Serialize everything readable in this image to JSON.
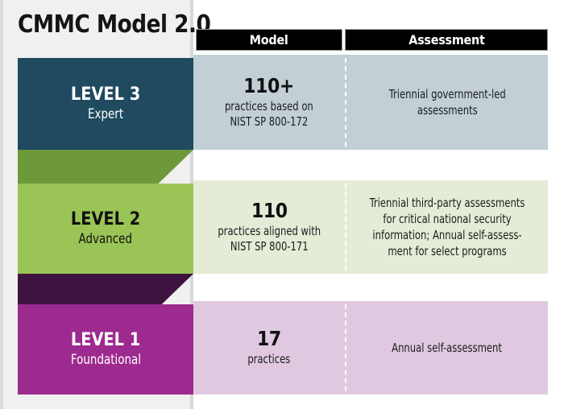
{
  "title": "CMMC Model 2.0",
  "columns": {
    "model_header": "Model",
    "assessment_header": "Assessment"
  },
  "colors": {
    "level3_box": "#1f4a60",
    "level3_band": "#c2d0d6",
    "level2_box": "#9ac455",
    "level2_band": "#e4ecd7",
    "level2_connector": "#6e993b",
    "level1_box": "#9d2a8f",
    "level1_band": "#e0c9e0",
    "level1_connector": "#3f1340",
    "header_bar": "#000000",
    "panel_background": "#f0f0f0"
  },
  "levels": [
    {
      "name": "LEVEL 3",
      "tier": "Expert",
      "practices_count": "110+",
      "practices_note": "practices based on\nNIST SP 800-172",
      "assessment": "Triennial government-led\nassessments"
    },
    {
      "name": "LEVEL 2",
      "tier": "Advanced",
      "practices_count": "110",
      "practices_note": "practices aligned with\nNIST SP 800-171",
      "assessment": "Triennial third-party assessments\nfor critical national security\ninformation; Annual self-assess-\nment for select programs"
    },
    {
      "name": "LEVEL 1",
      "tier": "Foundational",
      "practices_count": "17",
      "practices_note": "practices",
      "assessment": "Annual self-assessment"
    }
  ]
}
